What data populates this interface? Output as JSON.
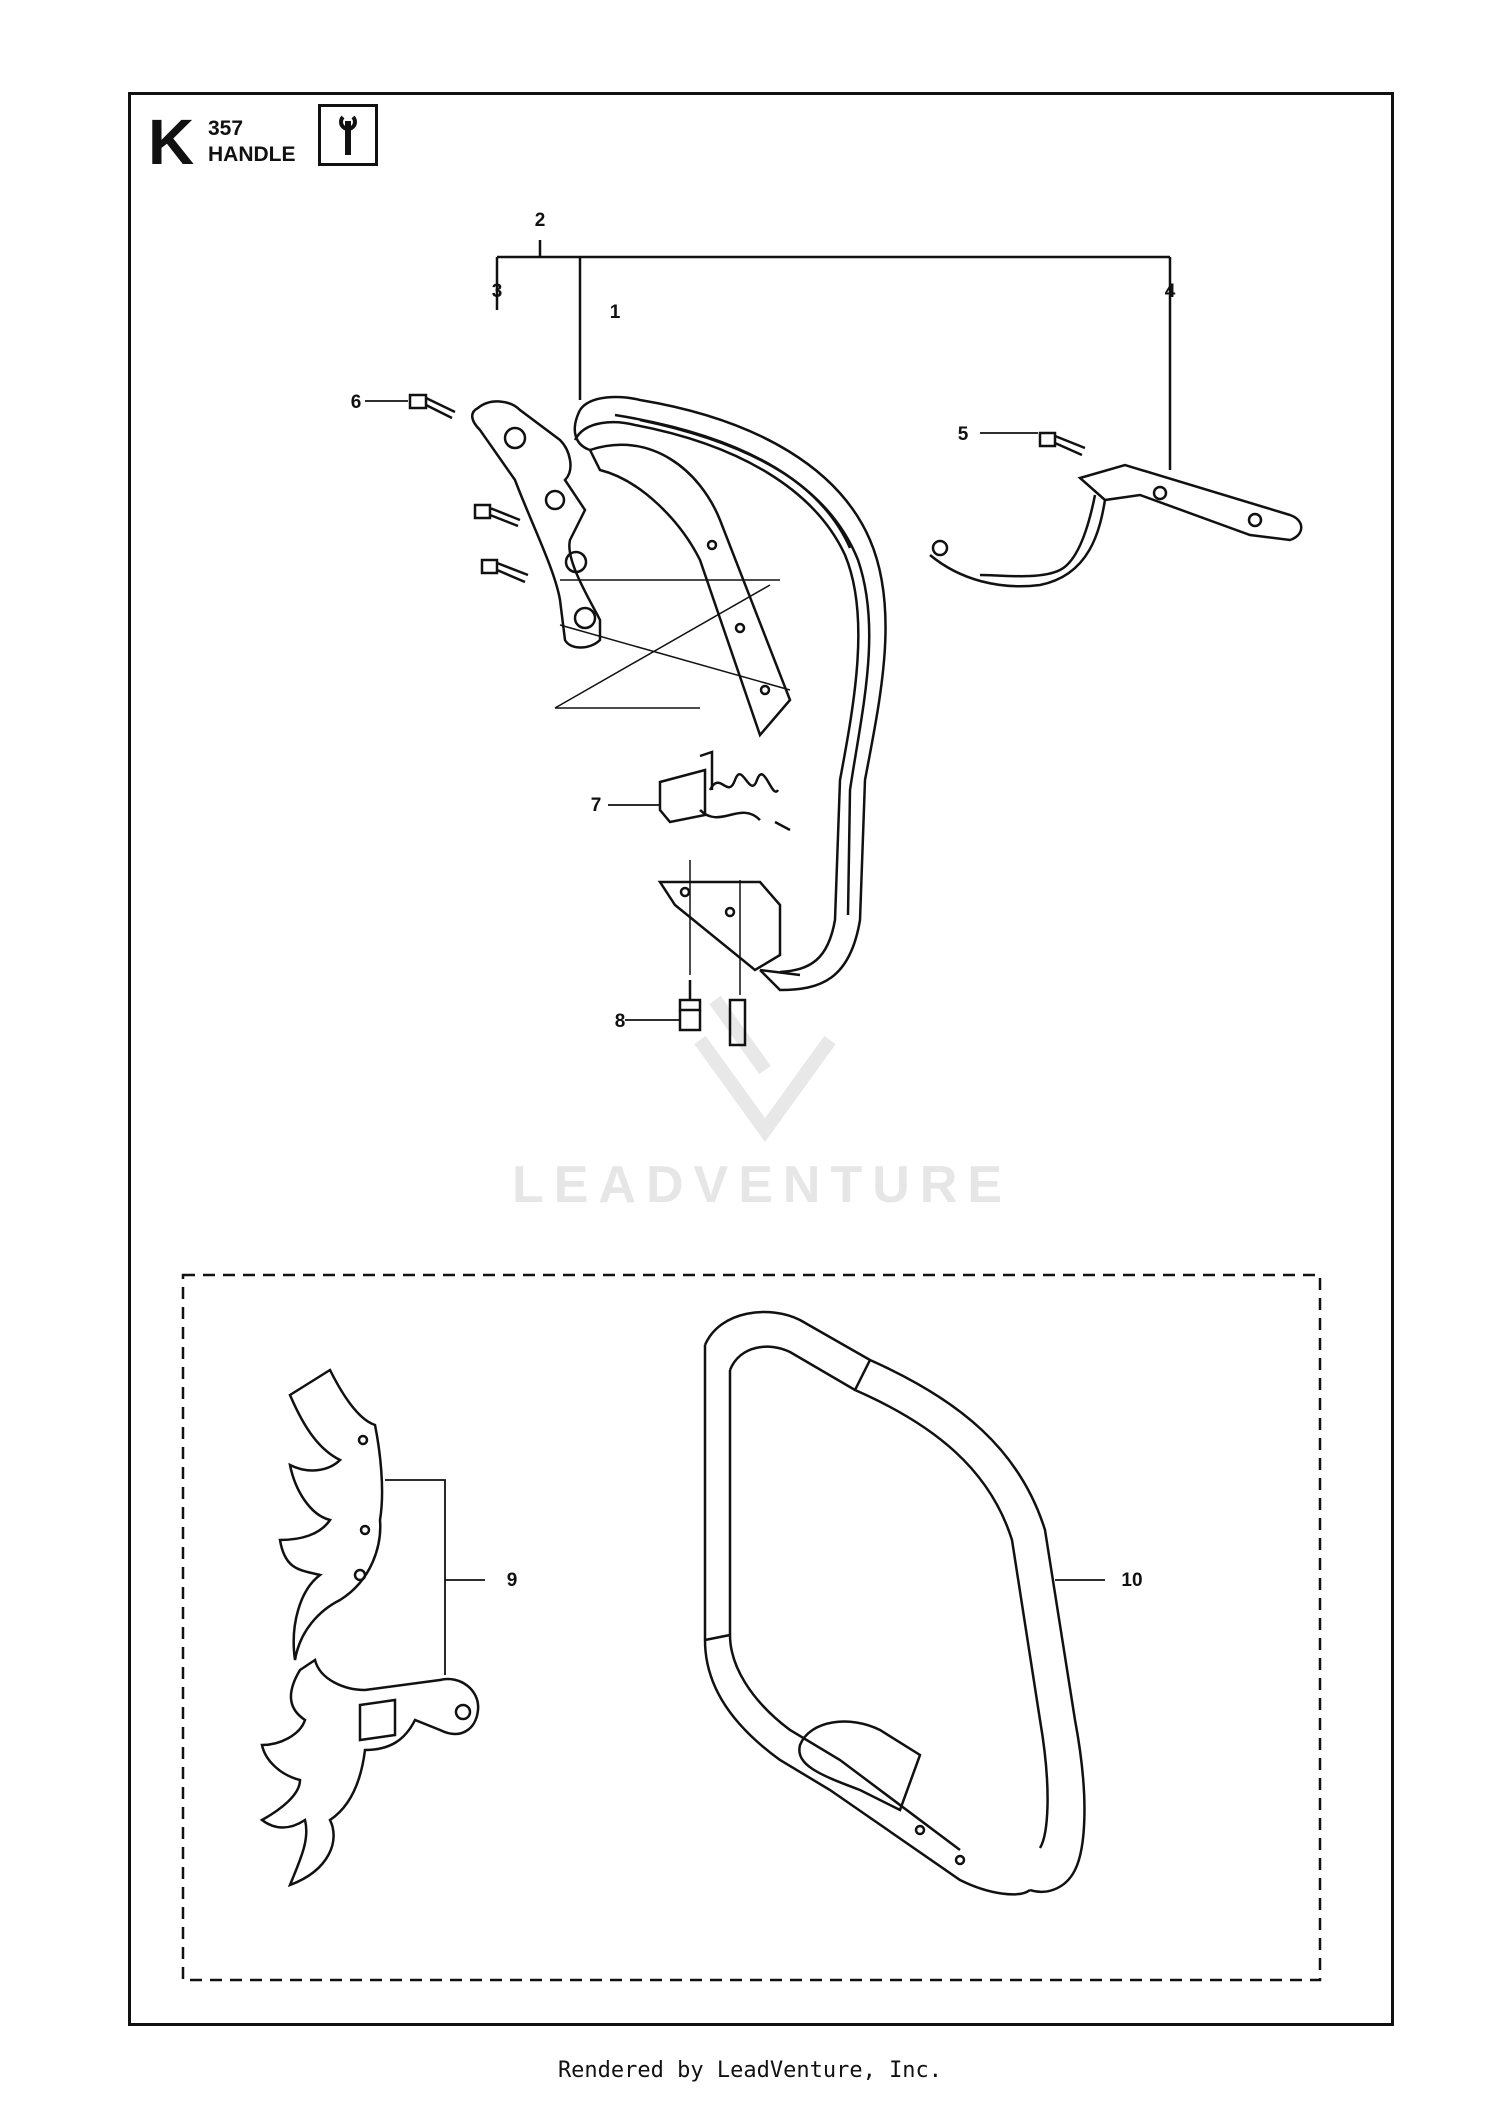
{
  "header": {
    "section_letter": "K",
    "model": "357",
    "title": "HANDLE",
    "icon": "wrench-icon"
  },
  "callouts": [
    "1",
    "2",
    "3",
    "4",
    "5",
    "6",
    "7",
    "8",
    "9",
    "10"
  ],
  "watermark": {
    "text": "LEADVENTURE"
  },
  "footer": {
    "text": "Rendered by LeadVenture, Inc."
  }
}
